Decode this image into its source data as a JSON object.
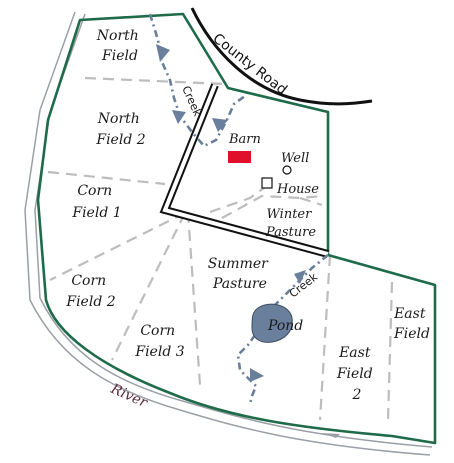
{
  "map": {
    "features": {
      "county_road": "County Road",
      "river": "River",
      "creek_north": "Creek",
      "creek_south": "Creek"
    },
    "fields": {
      "north_field": [
        "North",
        "Field"
      ],
      "north_field_2": [
        "North",
        "Field 2"
      ],
      "corn_field_1": [
        "Corn",
        "Field 1"
      ],
      "corn_field_2": [
        "Corn",
        "Field 2"
      ],
      "corn_field_3": [
        "Corn",
        "Field 3"
      ],
      "summer_pasture": [
        "Summer",
        "Pasture"
      ],
      "winter_pasture": [
        "Winter",
        "Pasture"
      ],
      "east_field": [
        "East",
        "Field"
      ],
      "east_field_2": [
        "East",
        "Field",
        "2"
      ]
    },
    "buildings": {
      "barn": "Barn",
      "well": "Well",
      "house": "House",
      "pond": "Pond"
    },
    "colors": {
      "boundary": "#1e6b4a",
      "road": "#111111",
      "barn": "#e0102a",
      "water": "#6a7f9b",
      "fence": "#bdbdbd",
      "river": "#9aa0a6",
      "river_label": "#5a2a3a"
    }
  }
}
